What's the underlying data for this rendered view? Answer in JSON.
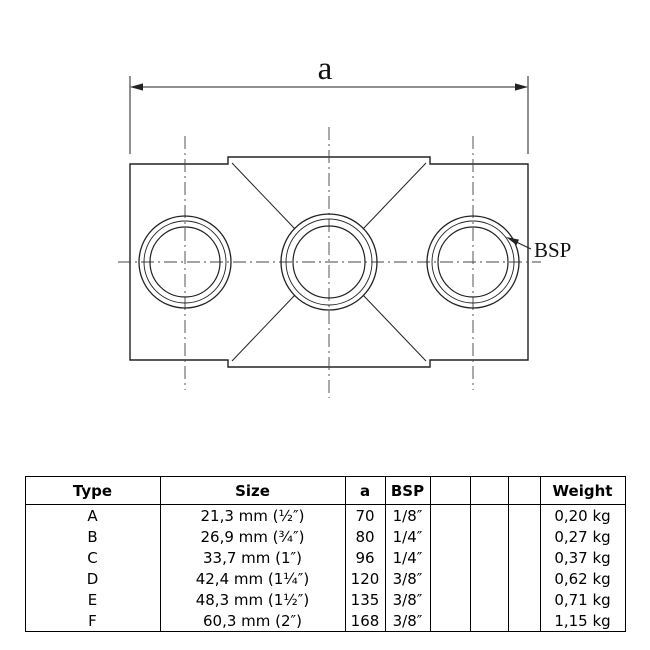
{
  "drawing": {
    "dim_label": "a",
    "bsp_label": "BSP"
  },
  "table": {
    "headers": {
      "type": "Type",
      "size": "Size",
      "a": "a",
      "bsp": "BSP",
      "weight": "Weight"
    },
    "rows": [
      {
        "type": "A",
        "size": "21,3 mm (½″)",
        "a": "70",
        "bsp": "1/8″",
        "weight": "0,20 kg"
      },
      {
        "type": "B",
        "size": "26,9 mm (¾″)",
        "a": "80",
        "bsp": "1/4″",
        "weight": "0,27 kg"
      },
      {
        "type": "C",
        "size": "33,7 mm (1″)",
        "a": "96",
        "bsp": "1/4″",
        "weight": "0,37 kg"
      },
      {
        "type": "D",
        "size": "42,4 mm (1¼″)",
        "a": "120",
        "bsp": "3/8″",
        "weight": "0,62 kg"
      },
      {
        "type": "E",
        "size": "48,3 mm (1½″)",
        "a": "135",
        "bsp": "3/8″",
        "weight": "0,71 kg"
      },
      {
        "type": "F",
        "size": "60,3 mm (2″)",
        "a": "168",
        "bsp": "3/8″",
        "weight": "1,15 kg"
      }
    ]
  }
}
